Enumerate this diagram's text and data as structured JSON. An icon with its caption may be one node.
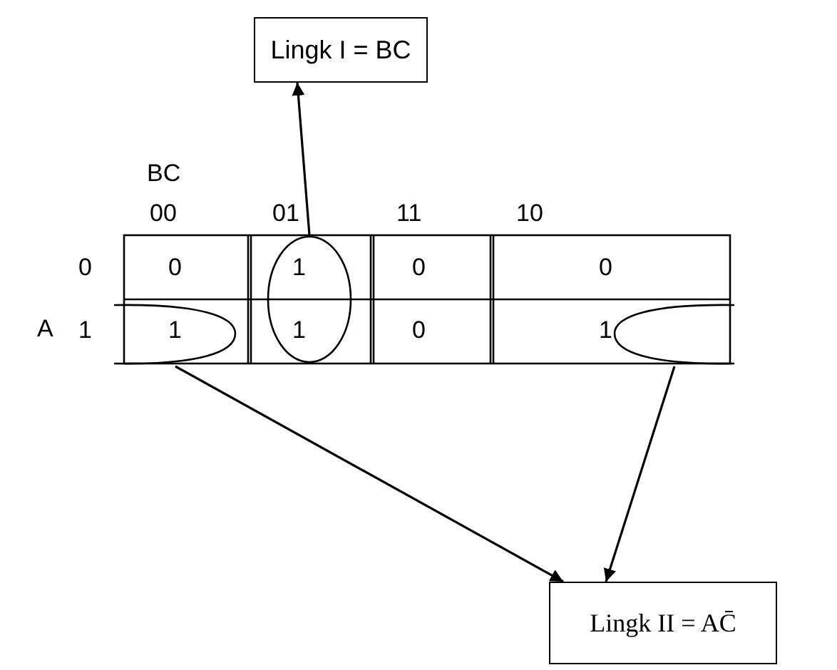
{
  "diagram": {
    "nodes": [
      {
        "text": [
          "Lingk I = BC"
        ]
      },
      {
        "text": [
          "Lingk II = AC̄"
        ]
      },
      {
        "text": [],
        "shape": "ellipse"
      },
      {
        "text": [],
        "shape": "ellipse"
      },
      {
        "text": [],
        "shape": "ellipse"
      }
    ],
    "edges": [
      {
        "from": 2,
        "to": 0,
        "arrow": "to"
      },
      {
        "from": 3,
        "to": 1,
        "arrow": "to"
      },
      {
        "from": 4,
        "to": 1,
        "arrow": "to"
      }
    ],
    "labels": [
      "BC",
      "00",
      "01",
      "11",
      "10",
      "0",
      "0",
      "1",
      "0",
      "0",
      "A",
      "1",
      "1",
      "1",
      "0",
      "1"
    ]
  }
}
